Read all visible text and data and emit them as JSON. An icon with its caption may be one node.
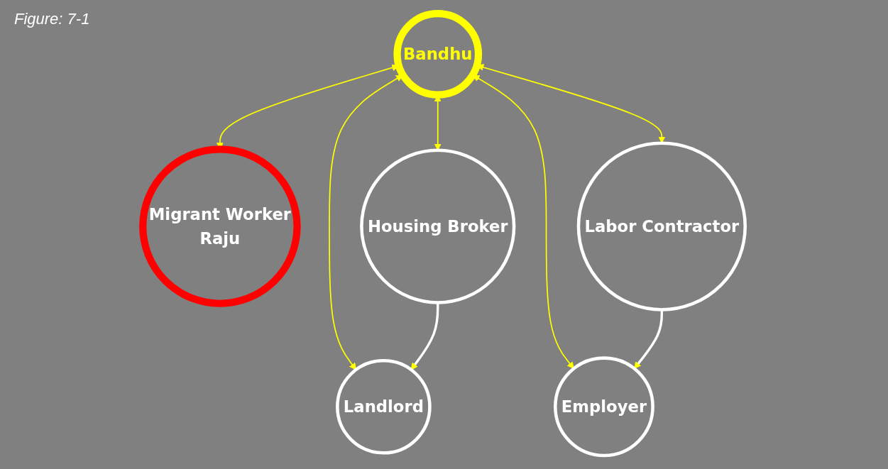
{
  "diagram": {
    "title": "Figure: 7-1",
    "nodes": [
      {
        "text": [
          "Migrant Worker",
          "Raju"
        ]
      },
      {
        "text": [
          "Bandhu"
        ]
      },
      {
        "text": [
          "Housing Broker"
        ]
      },
      {
        "text": [
          "Landlord"
        ]
      },
      {
        "text": [
          "Employer"
        ]
      },
      {
        "text": [
          "Labor Contractor"
        ]
      }
    ],
    "edges": [
      {
        "from": 1,
        "to": 0,
        "arrow": "both"
      },
      {
        "from": 1,
        "to": 2,
        "arrow": "both"
      },
      {
        "from": 1,
        "to": 3,
        "arrow": "both"
      },
      {
        "from": 1,
        "to": 4,
        "arrow": "both"
      },
      {
        "from": 1,
        "to": 5,
        "arrow": "both"
      },
      {
        "from": 2,
        "to": 3,
        "arrow": "to",
        "color": "#ffffff"
      },
      {
        "from": 5,
        "to": 4,
        "arrow": "to",
        "color": "#ffffff"
      }
    ]
  }
}
